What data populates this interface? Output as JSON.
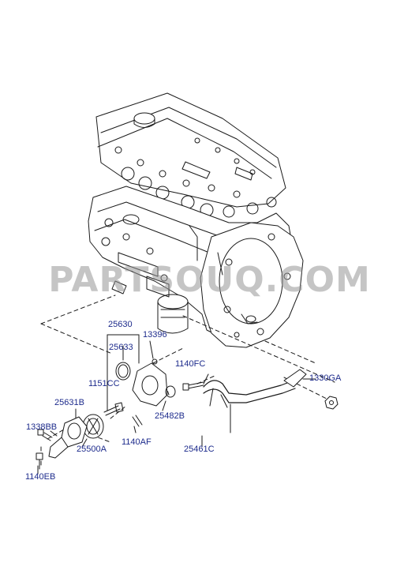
{
  "watermark": "PARTSOUQ.COM",
  "colors": {
    "label": "#1d2b8c",
    "line": "#1a1a1a",
    "watermark": "#969696"
  },
  "labels": {
    "p25630": "25630",
    "p25633": "25633",
    "p13396": "13396",
    "p1140FC": "1140FC",
    "p1151CC": "1151CC",
    "p25631B": "25631B",
    "p1330GA": "1330GA",
    "p25482B": "25482B",
    "p1338BB": "1338BB",
    "p25500A": "25500A",
    "p1140AF": "1140AF",
    "p25461C": "25461C",
    "p1140EB": "1140EB"
  }
}
